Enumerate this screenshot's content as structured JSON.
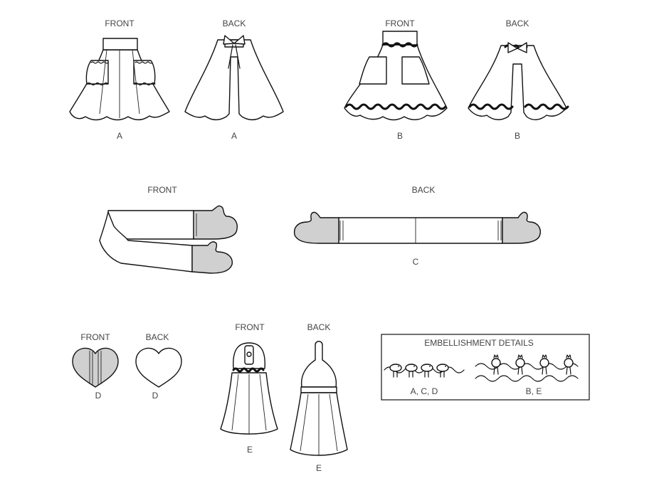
{
  "labels": {
    "front": "FRONT",
    "back": "BACK",
    "a": "A",
    "b": "B",
    "c": "C",
    "d": "D",
    "e": "E"
  },
  "embellishment": {
    "title": "EMBELLISHMENT DETAILS",
    "left_caption": "A, C, D",
    "right_caption": "B, E"
  },
  "colors": {
    "line": "#111111",
    "fill_grey": "#d0d0d0",
    "label_text": "#444444"
  }
}
